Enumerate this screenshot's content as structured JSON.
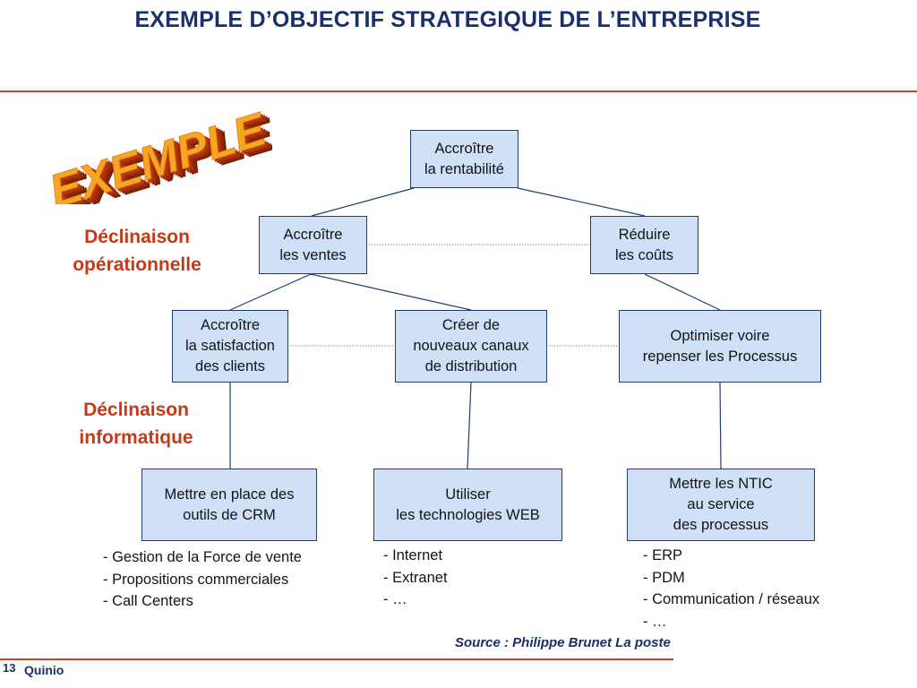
{
  "slide": {
    "title": "EXEMPLE D’OBJECTIF STRATEGIQUE DE L’ENTREPRISE",
    "stamp_text": "EXEMPLE",
    "page_number": "13",
    "footer_name": "Quinio",
    "source": "Source : Philippe Brunet La poste"
  },
  "labels": {
    "operational": "Déclinaison\nopérationnelle",
    "it": "Déclinaison\ninformatique"
  },
  "diagram": {
    "root": "Accroître\nla rentabilité",
    "increase_sales": "Accroître\nles ventes",
    "reduce_costs": "Réduire\nles coûts",
    "customer_satisfaction": "Accroître\nla satisfaction\ndes clients",
    "new_channels": "Créer de\nnouveaux canaux\nde distribution",
    "optimize_processes": "Optimiser voire\nrepenser les Processus",
    "crm_tools": "Mettre en place des\noutils de CRM",
    "web_tech": "Utiliser\nles technologies WEB",
    "ntic": "Mettre les NTIC\nau service\ndes processus"
  },
  "lists": {
    "crm": [
      "- Gestion de la Force de vente",
      "- Propositions commerciales",
      "- Call Centers"
    ],
    "web": [
      "- Internet",
      "- Extranet",
      "- …"
    ],
    "ntic": [
      "- ERP",
      "- PDM",
      "- Communication / réseaux",
      "- …"
    ]
  },
  "colors": {
    "title": "#1a2f6b",
    "accent_red": "#d04525",
    "box_fill": "#cfe0f7",
    "box_border": "#1f3d70",
    "stamp_orange": "#f5a623",
    "stamp_red": "#b8360f"
  }
}
